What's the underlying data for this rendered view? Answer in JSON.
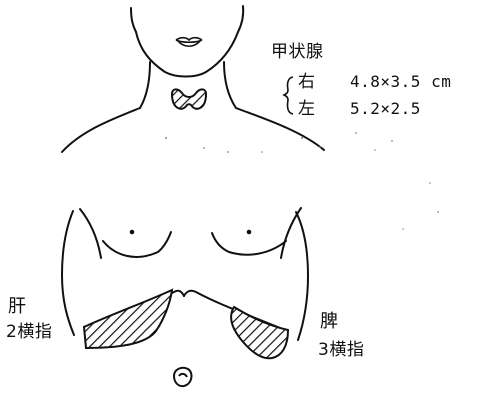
{
  "thyroid": {
    "title": "甲状腺",
    "right_label": "右",
    "right_value": "4.8×3.5 cm",
    "left_label": "左",
    "left_value": "5.2×2.5"
  },
  "liver": {
    "title": "肝",
    "value": "2横指"
  },
  "spleen": {
    "title": "脾",
    "value": "3横指"
  },
  "colors": {
    "line": "#111111",
    "background": "#ffffff"
  }
}
